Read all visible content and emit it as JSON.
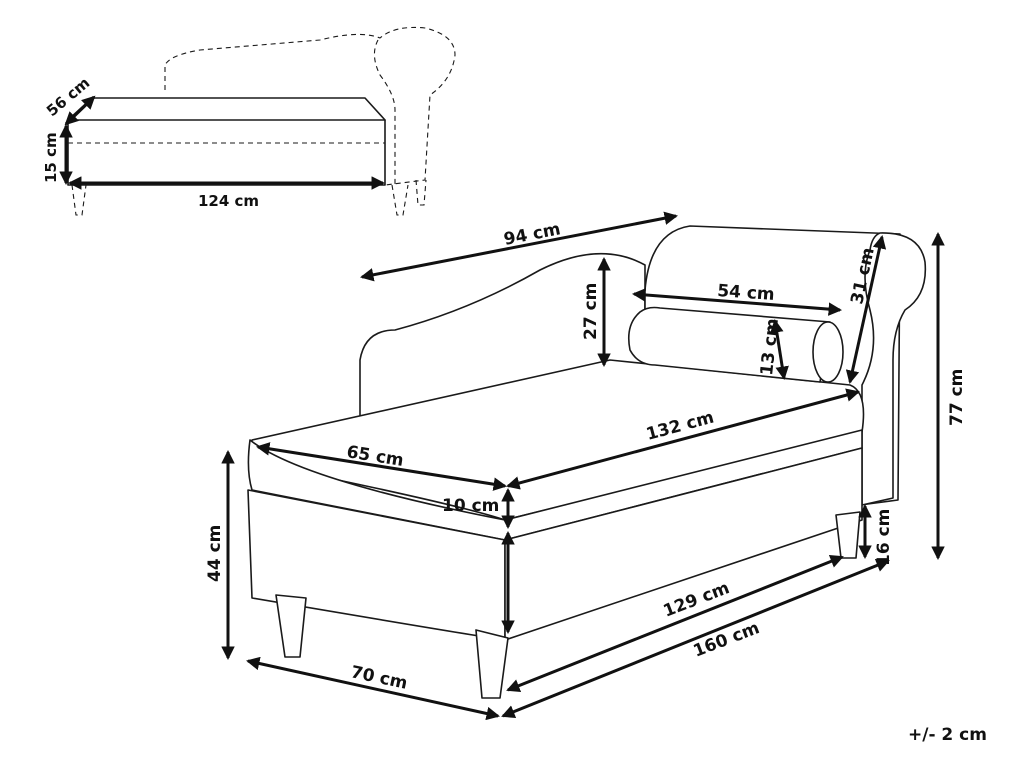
{
  "dimensions": {
    "top_depth": "56 cm",
    "top_height": "15 cm",
    "top_length": "124 cm",
    "back_length": "94 cm",
    "back_height": "27 cm",
    "bolster_length": "54 cm",
    "bolster_diameter": "13 cm",
    "armrest_height": "31 cm",
    "total_height": "77 cm",
    "seat_width": "65 cm",
    "seat_length": "132 cm",
    "cushion_height": "10 cm",
    "seat_height": "44 cm",
    "leg_height": "16 cm",
    "base_length": "129 cm",
    "total_length": "160 cm",
    "total_width": "70 cm"
  },
  "tolerance": "+/- 2 cm"
}
